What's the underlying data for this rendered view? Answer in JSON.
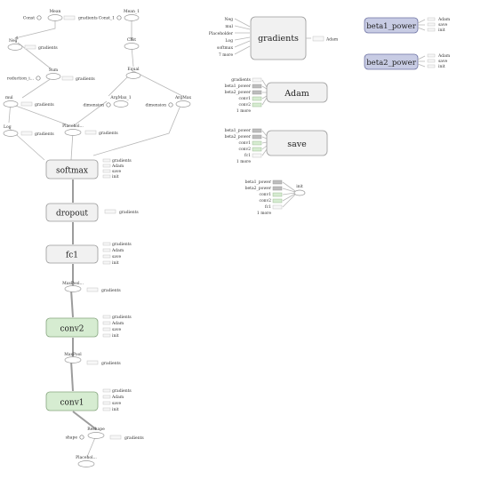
{
  "main_graph": {
    "ops": {
      "mean": "Mean",
      "const": "Const",
      "mean_1": "Mean_1",
      "const_1": "Const_1",
      "neg": "Neg",
      "cast": "Cast",
      "sum": "Sum",
      "reduction": "reduction_i...",
      "equal": "Equal",
      "mul": "mul",
      "argmax_1": "ArgMax_1",
      "argmax": "ArgMax",
      "dimension": "dimension",
      "log": "Log",
      "placeholder": "Placehol...",
      "maxpool_1": "MaxPool...",
      "maxpool": "MaxPool",
      "reshape": "Reshape",
      "shape": "shape",
      "placeholder_bottom": "Placehol..."
    },
    "blocks": {
      "softmax": "softmax",
      "dropout": "dropout",
      "fc1": "fc1",
      "conv2": "conv2",
      "conv1": "conv1"
    },
    "outputs": {
      "gradients": "gradients",
      "adam": "Adam",
      "save": "save",
      "init": "init"
    }
  },
  "aux_nodes": {
    "gradients": {
      "label": "gradients",
      "inputs": [
        "Neg",
        "mul",
        "Placeholder",
        "Log",
        "softmax",
        "7 more"
      ],
      "output": "Adam"
    },
    "adam": {
      "label": "Adam",
      "inputs": [
        "gradients",
        "beta1_power",
        "beta2_power",
        "conv1",
        "conv2",
        "1 more"
      ]
    },
    "save": {
      "label": "save",
      "inputs": [
        "beta1_power",
        "beta2_power",
        "conv1",
        "conv2",
        "fc1",
        "1 more"
      ]
    },
    "init": {
      "label": "init",
      "inputs": [
        "beta1_power",
        "beta2_power",
        "conv1",
        "conv2",
        "fc1",
        "1 more"
      ]
    }
  },
  "power_nodes": [
    {
      "label": "beta1_power",
      "outputs": [
        "Adam",
        "save",
        "init"
      ]
    },
    {
      "label": "beta2_power",
      "outputs": [
        "Adam",
        "save",
        "init"
      ]
    }
  ]
}
